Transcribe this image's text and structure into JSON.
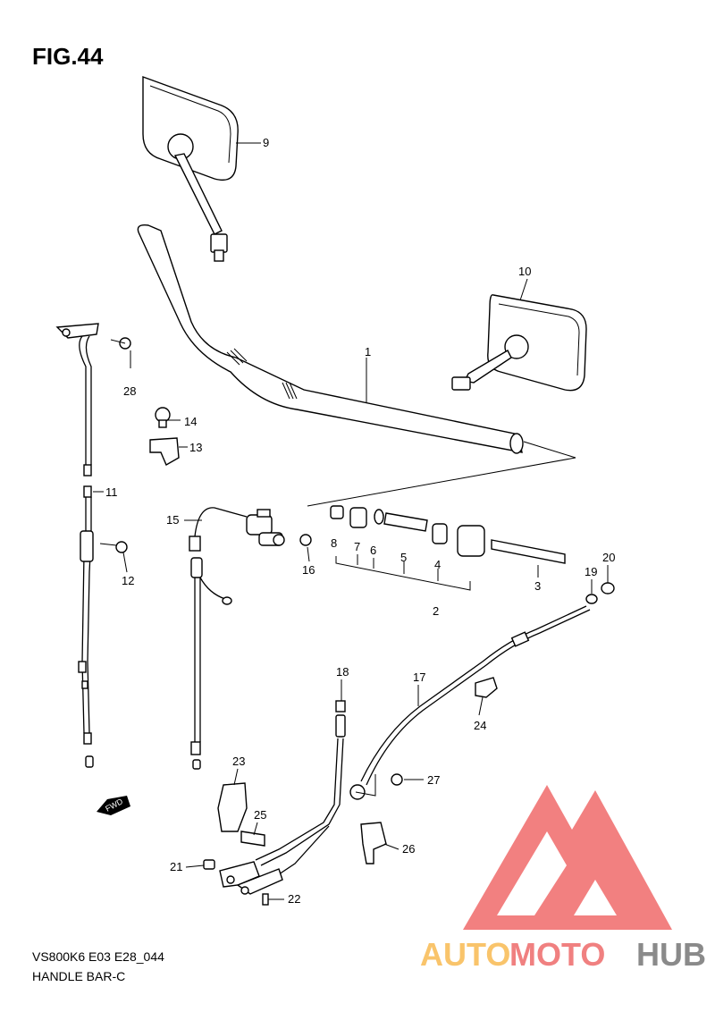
{
  "figure": {
    "title": "FIG.44",
    "model_code": "VS800K6 E03 E28_044",
    "section_name": "HANDLE BAR-C"
  },
  "callouts": [
    "1",
    "2",
    "3",
    "4",
    "5",
    "6",
    "7",
    "8",
    "9",
    "10",
    "11",
    "12",
    "13",
    "14",
    "15",
    "16",
    "17",
    "18",
    "19",
    "20",
    "21",
    "22",
    "23",
    "24",
    "25",
    "26",
    "27",
    "28"
  ],
  "fwd_label": "FWD",
  "watermark": {
    "parts": [
      "AUTO",
      "MOTO",
      "HUB"
    ],
    "colors": [
      "#f9c46b",
      "#f08080",
      "#8a8a8a"
    ],
    "logo_color": "#f06a6a"
  }
}
